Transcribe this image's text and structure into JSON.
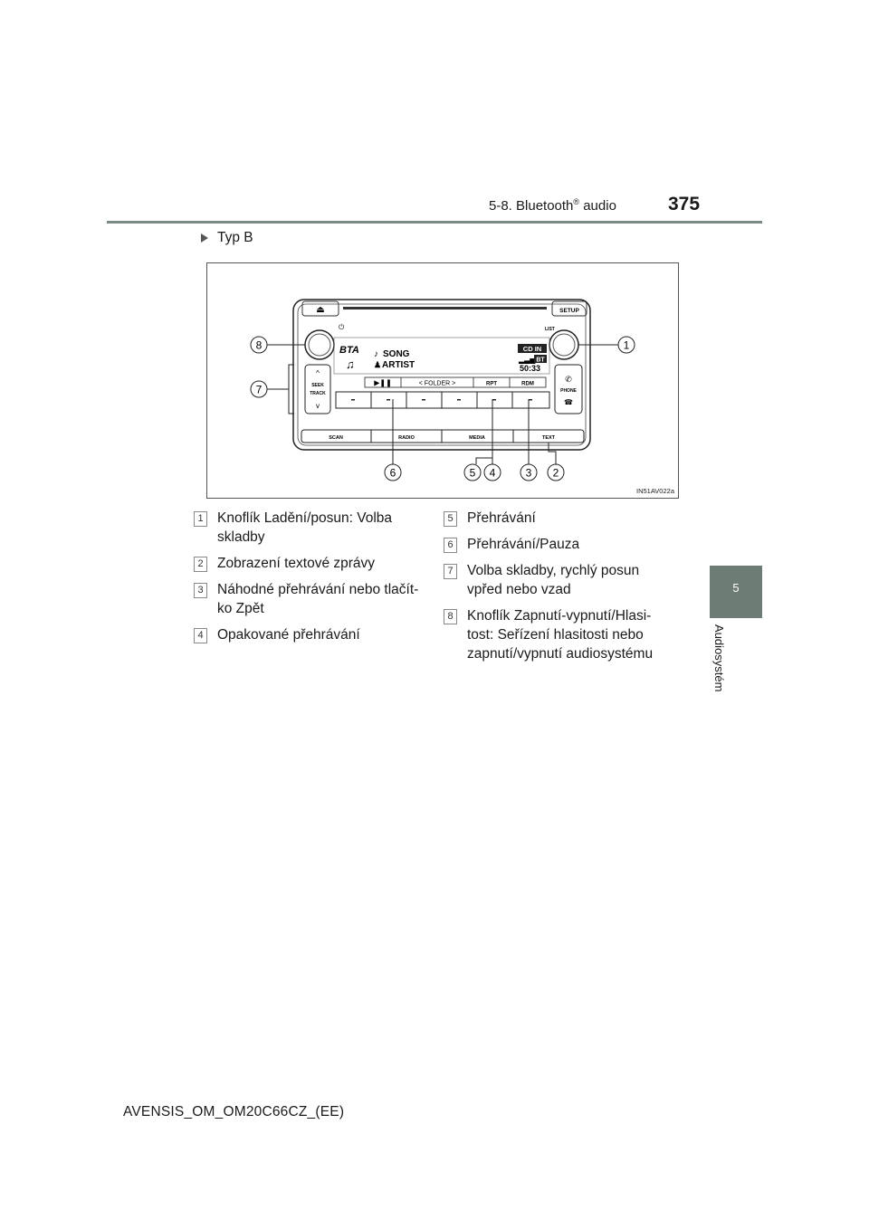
{
  "header": {
    "section": "5-8. Bluetooth",
    "reg_mark": "®",
    "section_suffix": " audio",
    "page_number": "375"
  },
  "side_tab": {
    "chapter_number": "5",
    "chapter_title": "Audiosystém"
  },
  "subtitle": "Typ B",
  "figure": {
    "code": "IN51AV022a",
    "unit": {
      "buttons": {
        "setup": "SETUP",
        "list": "LIST",
        "folder": "FOLDER",
        "rpt": "RPT",
        "rdm": "RDM",
        "seek": "SEEK",
        "track": "TRACK",
        "phone": "PHONE",
        "scan": "SCAN",
        "radio": "RADIO",
        "media": "MEDIA",
        "text": "TEXT"
      },
      "display": {
        "source": "BTA",
        "song": "SONG",
        "artist": "ARTIST",
        "cd_in": "CD IN",
        "bt": "BT",
        "time": "50:33"
      }
    },
    "callouts": [
      "8",
      "7",
      "1",
      "6",
      "5",
      "4",
      "3",
      "2"
    ]
  },
  "legend": [
    {
      "num": "1",
      "lines": [
        "Knoflík Ladění/posun: Volba",
        "skladby"
      ]
    },
    {
      "num": "2",
      "lines": [
        "Zobrazení textové zprávy"
      ]
    },
    {
      "num": "3",
      "lines": [
        "Náhodné přehrávání nebo tlačít-",
        "ko Zpět"
      ]
    },
    {
      "num": "4",
      "lines": [
        "Opakované přehrávání"
      ]
    },
    {
      "num": "5",
      "lines": [
        "Přehrávání"
      ]
    },
    {
      "num": "6",
      "lines": [
        "Přehrávání/Pauza"
      ]
    },
    {
      "num": "7",
      "lines": [
        "Volba skladby, rychlý posun",
        "vpřed nebo vzad"
      ]
    },
    {
      "num": "8",
      "lines": [
        "Knoflík Zapnutí-vypnutí/Hlasi-",
        "tost: Seřízení hlasitosti nebo",
        "zapnutí/vypnutí audiosystému"
      ]
    }
  ],
  "footer": "AVENSIS_OM_OM20C66CZ_(EE)"
}
